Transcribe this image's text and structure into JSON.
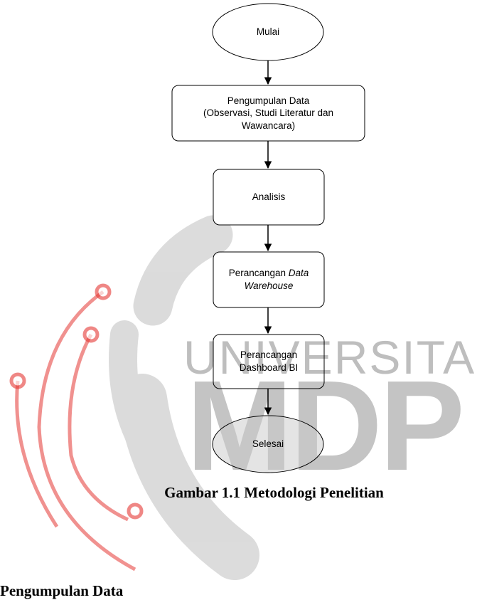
{
  "watermark": {
    "text_line1": "UNIVERSITAS",
    "text_line2": "MDP",
    "colors": {
      "text": "#8a8a8a",
      "circuit": "#e53935"
    }
  },
  "flowchart": {
    "nodes": [
      {
        "id": "start",
        "shape": "ellipse",
        "label": "Mulai"
      },
      {
        "id": "collect",
        "shape": "rounded-rect",
        "label": "Pengumpulan Data\n(Observasi, Studi Literatur dan\nWawancara)"
      },
      {
        "id": "analysis",
        "shape": "rounded-rect",
        "label": "Analisis"
      },
      {
        "id": "dw",
        "shape": "rounded-rect",
        "label_plain": "Perancangan ",
        "label_italic": "Data\nWarehouse"
      },
      {
        "id": "dashboard",
        "shape": "rounded-rect",
        "label": "Perancangan\nDashboard BI"
      },
      {
        "id": "end",
        "shape": "ellipse",
        "label": "Selesai"
      }
    ]
  },
  "caption": "Gambar 1.1 Metodologi Penelitian",
  "section_heading": "Pengumpulan Data"
}
